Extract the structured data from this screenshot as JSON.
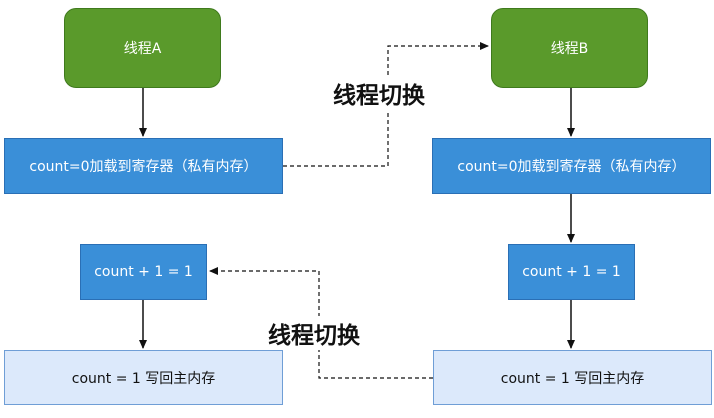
{
  "nodes": {
    "thread_a": "线程A",
    "thread_b": "线程B",
    "load_a": "count=0加载到寄存器（私有内存）",
    "load_b": "count=0加载到寄存器（私有内存）",
    "inc_a": "count + 1 = 1",
    "inc_b": "count + 1 = 1",
    "write_a": "count = 1 写回主内存",
    "write_b": "count = 1 写回主内存"
  },
  "edge_labels": {
    "switch_top": "线程切换",
    "switch_bottom": "线程切换"
  },
  "colors": {
    "thread_fill": "#5a9a2b",
    "step_fill": "#3a8fd8",
    "write_fill": "#dce9fb",
    "arrow": "#111111"
  }
}
